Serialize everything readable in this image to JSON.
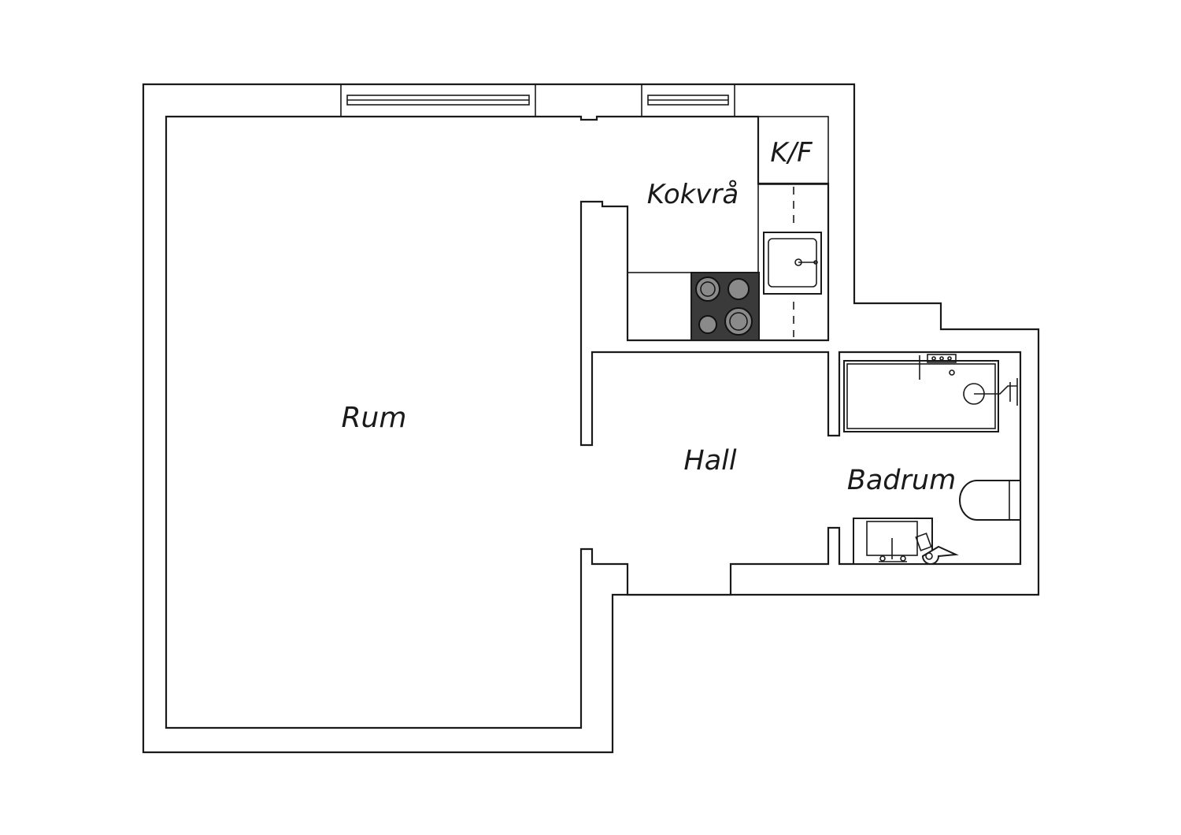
{
  "rooms": {
    "rum": "Rum",
    "kokvra": "Kokvrå",
    "kf": "K/F",
    "hall": "Hall",
    "badrum": "Badrum"
  },
  "colors": {
    "wall_stroke": "#1a1a1a",
    "stove_top": "#3a3a3a",
    "burner": "#8a8a8a",
    "background": "#ffffff"
  }
}
